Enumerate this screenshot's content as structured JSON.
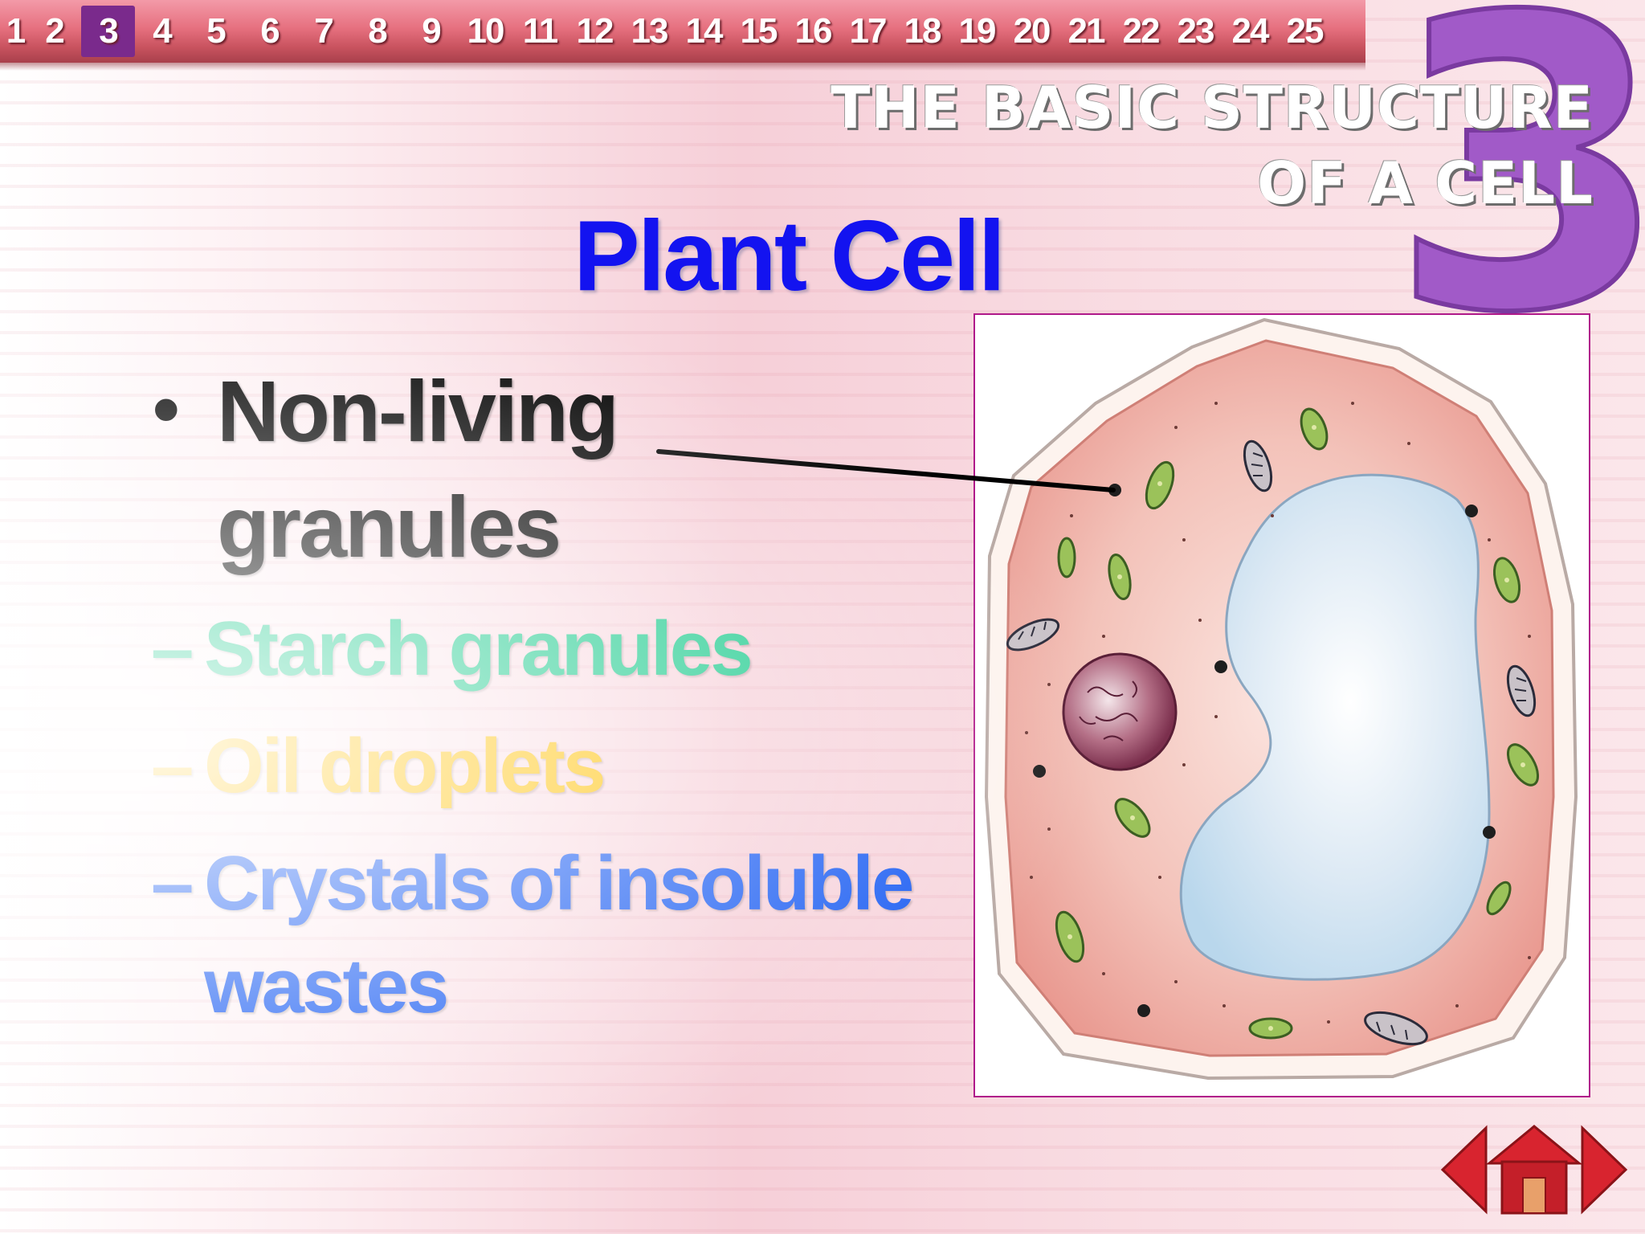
{
  "nav": {
    "slides": [
      "1",
      "2",
      "3",
      "4",
      "5",
      "6",
      "7",
      "8",
      "9",
      "10",
      "11",
      "12",
      "13",
      "14",
      "15",
      "16",
      "17",
      "18",
      "19",
      "20",
      "21",
      "22",
      "23",
      "24",
      "25"
    ],
    "active_slide": "3"
  },
  "header": {
    "chapter_number": "3",
    "title_line1": "THE BASIC STRUCTURE",
    "title_line2": "OF A CELL"
  },
  "slide": {
    "title": "Plant Cell",
    "bullet": "Non-living granules",
    "sub_items": [
      {
        "label": "Starch granules",
        "color": "#17c98a"
      },
      {
        "label": "Oil droplets",
        "color": "#ffc208"
      },
      {
        "label": "Crystals of insoluble",
        "label_cont": "wastes",
        "color": "#1a5cf2"
      }
    ]
  },
  "colors": {
    "title": "#1313f0",
    "accent_purple": "#7a2a8c",
    "frame_border": "#b0198a",
    "cytoplasm": "#ec9d94",
    "vacuole": "#b9d7ec",
    "chloroplast": "#9bc25a",
    "nucleus": "#8c3f5c",
    "nav_red": "#d8242f"
  },
  "nav_buttons": {
    "icons": [
      "arrow-left-icon",
      "home-icon",
      "arrow-right-icon"
    ]
  }
}
